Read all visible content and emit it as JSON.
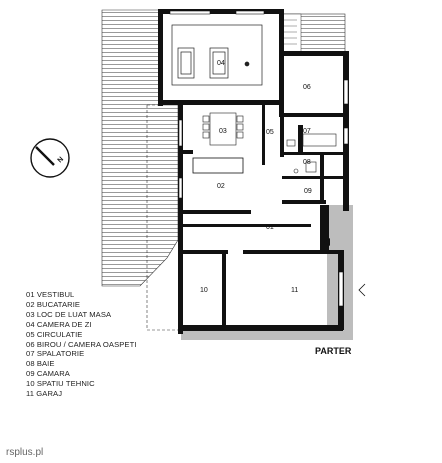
{
  "floor_name": "PARTER",
  "credit": "rsplus.pl",
  "compass_label": "N",
  "rooms": [
    {
      "id": "01",
      "name": "VESTIBUL"
    },
    {
      "id": "02",
      "name": "BUCATARIE"
    },
    {
      "id": "03",
      "name": "LOC DE LUAT MASA"
    },
    {
      "id": "04",
      "name": "CAMERA DE ZI"
    },
    {
      "id": "05",
      "name": "CIRCULATIE"
    },
    {
      "id": "06",
      "name": "BIROU / CAMERA OASPETI"
    },
    {
      "id": "07",
      "name": "SPALATORIE"
    },
    {
      "id": "08",
      "name": "BAIE"
    },
    {
      "id": "09",
      "name": "CAMARA"
    },
    {
      "id": "10",
      "name": "SPATIU TEHNIC"
    },
    {
      "id": "11",
      "name": "GARAJ"
    }
  ],
  "legend": [
    "01 VESTIBUL",
    "02 BUCATARIE",
    "03 LOC DE LUAT MASA",
    "04 CAMERA DE ZI",
    "05 CIRCULATIE",
    "06 BIROU / CAMERA OASPETI",
    "07 SPALATORIE",
    "08 BAIE",
    "09 CAMARA",
    "10 SPATIU TEHNIC",
    "11 GARAJ"
  ]
}
